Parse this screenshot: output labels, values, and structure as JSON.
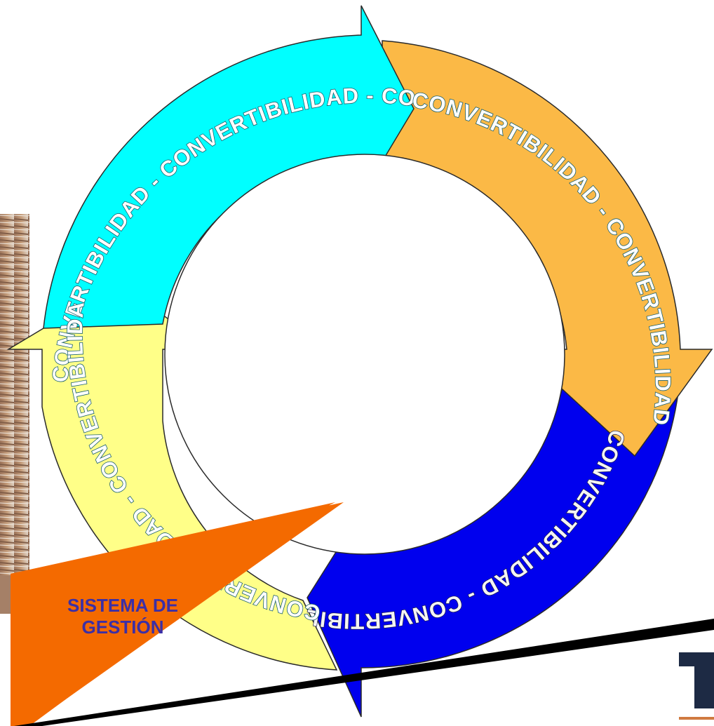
{
  "diagram": {
    "arcs": [
      {
        "name": "top-left",
        "color": "#00ffff",
        "text": "CONVERTIBILIDAD - CONVERTIBILIDAD - CONVERTIBILIDAD - CONVERTIBILIDAD"
      },
      {
        "name": "top-right",
        "color": "#fbb946",
        "text": "CONVERTIBILIDAD - CONVERTIBILIDAD - CONVERTIBILIDAD"
      },
      {
        "name": "bottom-right",
        "color": "#0000ee",
        "text": "CONVERTIBILIDAD - CONVERTIBILIDAD - CONVERTIBILIDAD"
      },
      {
        "name": "bottom-left",
        "color": "#ffff88",
        "text": "CONVERTIBILIDAD - CONVERTIBILIDAD - CONVERTIBILIDAD"
      }
    ],
    "badge": {
      "line1": "SISTEMA DE",
      "line2": "GESTIÓN",
      "color": "#f46a00",
      "text_color": "#3b2fa6"
    }
  }
}
